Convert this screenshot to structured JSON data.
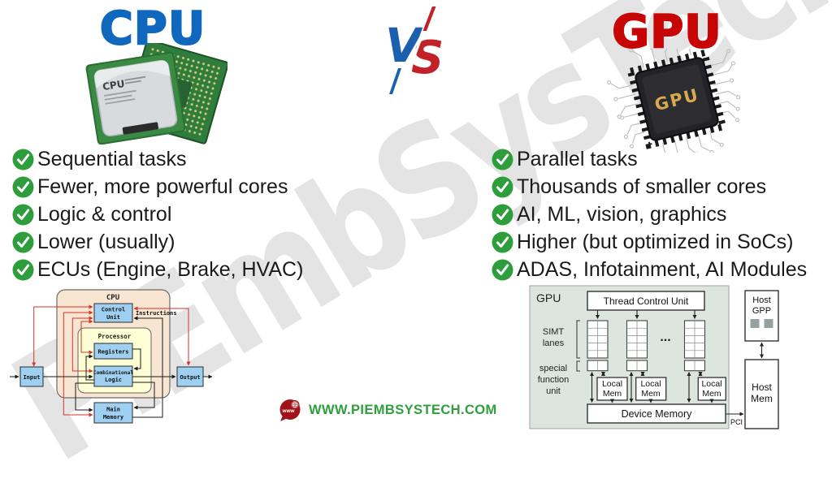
{
  "header": {
    "cpu_title": "CPU",
    "gpu_title": "GPU",
    "vs": {
      "v": "V",
      "s": "S"
    }
  },
  "colors": {
    "cpu_title_blue": "#0f68bd",
    "gpu_title_red": "#c70505",
    "check_green": "#2e9e3d",
    "footer_green": "#2f9e3e",
    "diagram_box_blue": "#9fd0f2",
    "diagram_line_red": "#d3342c"
  },
  "watermark": "PiEmbSysTech",
  "cpu_list": [
    "Sequential tasks",
    "Fewer, more powerful cores",
    "Logic & control",
    "Lower (usually)",
    "ECUs (Engine, Brake, HVAC)"
  ],
  "gpu_list": [
    "Parallel tasks",
    "Thousands of smaller cores",
    "AI, ML, vision, graphics",
    "Higher (but optimized in SoCs)",
    "ADAS, Infotainment, AI Modules"
  ],
  "chips": {
    "cpu_label": "CPU",
    "gpu_label": "GPU"
  },
  "cpu_diagram": {
    "outer": "CPU",
    "processor": "Processor",
    "control_unit": [
      "Control",
      "Unit"
    ],
    "registers": "Registers",
    "comb_logic": [
      "Combinational",
      "Logic"
    ],
    "main_memory": [
      "Main",
      "Memory"
    ],
    "input": "Input",
    "output": "Output",
    "instructions": "Instructions"
  },
  "gpu_diagram": {
    "label": "GPU",
    "tcu": "Thread Control Unit",
    "simt": [
      "SIMT",
      "lanes"
    ],
    "sfu": [
      "special",
      "function",
      "unit"
    ],
    "local_mem": [
      "Local",
      "Mem"
    ],
    "device_memory": "Device Memory",
    "host_gpp": [
      "Host",
      "GPP"
    ],
    "host_mem": [
      "Host",
      "Mem"
    ],
    "pci": "PCI",
    "ellipsis": "..."
  },
  "footer": {
    "url": "WWW.PIEMBSYSTECH.COM",
    "logo_text": "www"
  }
}
